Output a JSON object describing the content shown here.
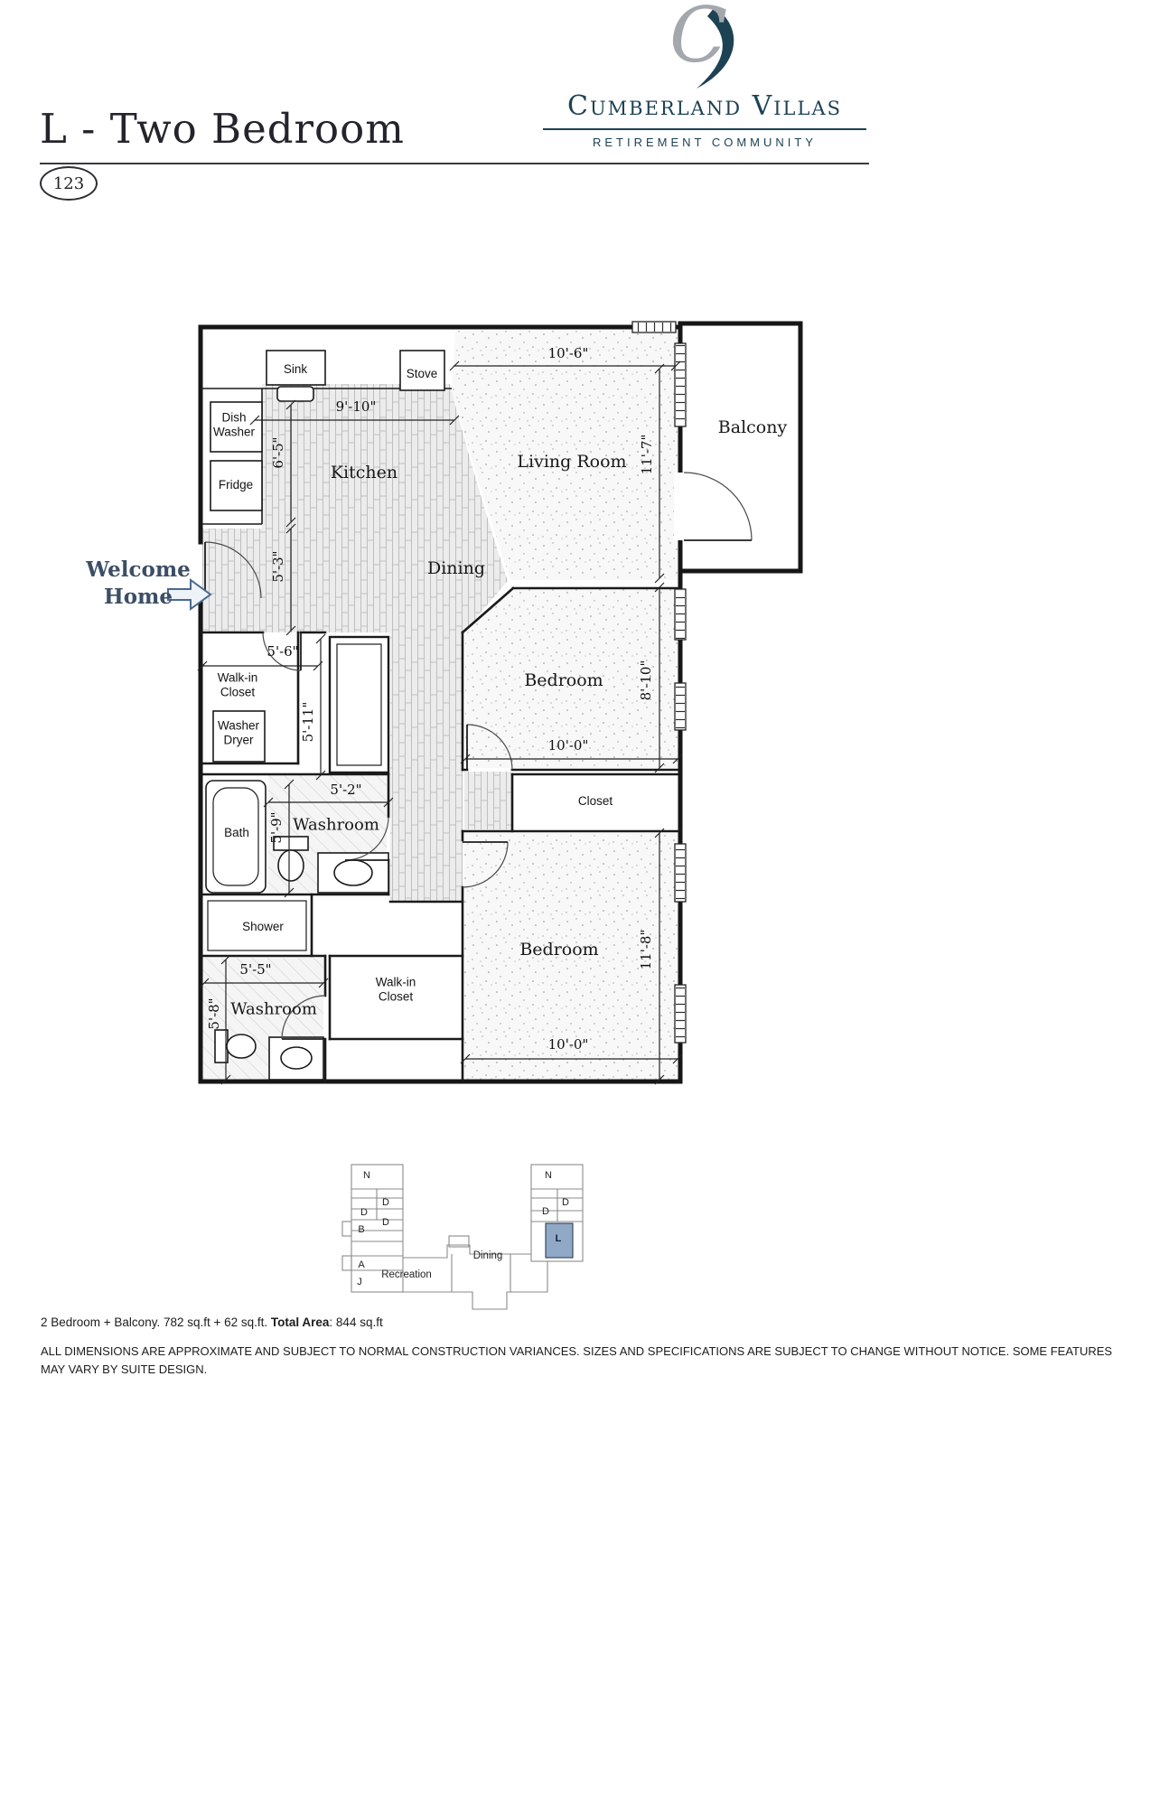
{
  "header": {
    "title": "L - Two Bedroom",
    "unit_number": "123"
  },
  "brand": {
    "initial": "C",
    "name": "Cumberland Villas",
    "tagline": "RETIREMENT COMMUNITY",
    "primary_color": "#1d4254",
    "initial_color": "#a4a8ad"
  },
  "welcome": {
    "line1": "Welcome",
    "line2": "Home"
  },
  "floorplan": {
    "rooms": {
      "kitchen": "Kitchen",
      "living_room": "Living Room",
      "dining": "Dining",
      "bedroom1": "Bedroom",
      "bedroom2": "Bedroom",
      "balcony": "Balcony",
      "washroom1": "Washroom",
      "washroom2": "Washroom",
      "closet": "Closet",
      "bath": "Bath",
      "shower": "Shower",
      "walkin_closet1": "Walk-in Closet",
      "walkin_closet2": "Walk-in Closet"
    },
    "fixtures": {
      "sink": "Sink",
      "stove": "Stove",
      "dishwasher": "Dish Washer",
      "fridge": "Fridge",
      "washer_dryer": "Washer Dryer"
    },
    "dims": {
      "living_width": "10'-6\"",
      "kitchen_width": "9'-10\"",
      "kitchen_depth": "6'-5\"",
      "living_height": "11'-7\"",
      "entry": "5'-3\"",
      "walkin1_width": "5'-6\"",
      "walkin1_depth": "5'-11\"",
      "bedroom1_depth": "8'-10\"",
      "bedroom1_width": "10'-0\"",
      "washroom1_width": "5'-2\"",
      "washroom1_depth": "5'-9\"",
      "bedroom2_depth": "11'-8\"",
      "bedroom2_width": "10'-0\"",
      "washroom2_width": "5'-5\"",
      "washroom2_depth": "5'-8\""
    }
  },
  "minimap": {
    "left_units": [
      "N",
      "D",
      "D",
      "B",
      "D",
      "A",
      "J"
    ],
    "right_units": [
      "N",
      "D",
      "D"
    ],
    "highlight_unit": "L",
    "highlight_color": "#8fa9c7",
    "dining": "Dining",
    "recreation": "Recreation"
  },
  "footer": {
    "summary_prefix": "2 Bedroom + Balcony. 782 sq.ft + 62 sq.ft. ",
    "total_label": "Total Area",
    "total_suffix": ": 844 sq.ft",
    "disclaimer": "ALL DIMENSIONS ARE APPROXIMATE AND SUBJECT TO NORMAL CONSTRUCTION VARIANCES. SIZES AND SPECIFICATIONS ARE SUBJECT TO CHANGE WITHOUT NOTICE. SOME FEATURES MAY VARY BY SUITE DESIGN."
  }
}
